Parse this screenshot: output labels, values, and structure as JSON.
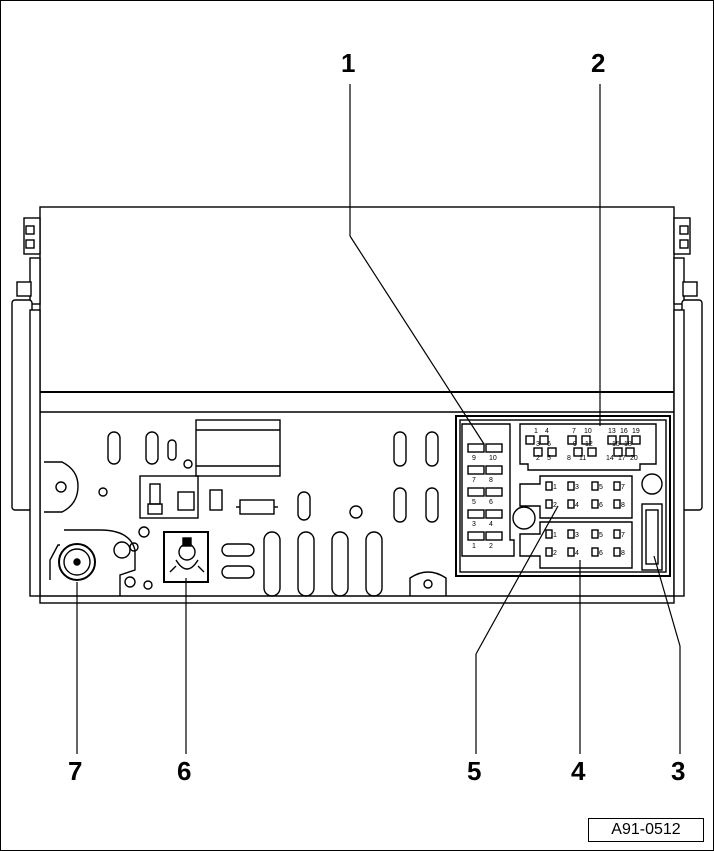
{
  "callouts": {
    "c1": "1",
    "c2": "2",
    "c3": "3",
    "c4": "4",
    "c5": "5",
    "c6": "6",
    "c7": "7"
  },
  "figure_ref": "A91-0512",
  "connector_small_pins": [
    "9",
    "10",
    "7",
    "8",
    "5",
    "6",
    "3",
    "4",
    "1",
    "2"
  ],
  "connector_20pin_pins": [
    "1",
    "4",
    "7",
    "10",
    "13",
    "16",
    "19",
    "3",
    "6",
    "9",
    "12",
    "15",
    "18",
    "2",
    "5",
    "8",
    "11",
    "14",
    "17",
    "20"
  ],
  "connector_upper_8pin": [
    "1",
    "3",
    "5",
    "7",
    "2",
    "4",
    "6",
    "8"
  ],
  "connector_lower_8pin": [
    "1",
    "3",
    "5",
    "7",
    "2",
    "4",
    "6",
    "8"
  ],
  "colors": {
    "line": "#000000",
    "background": "#ffffff",
    "shade": "#d9d9d9"
  }
}
